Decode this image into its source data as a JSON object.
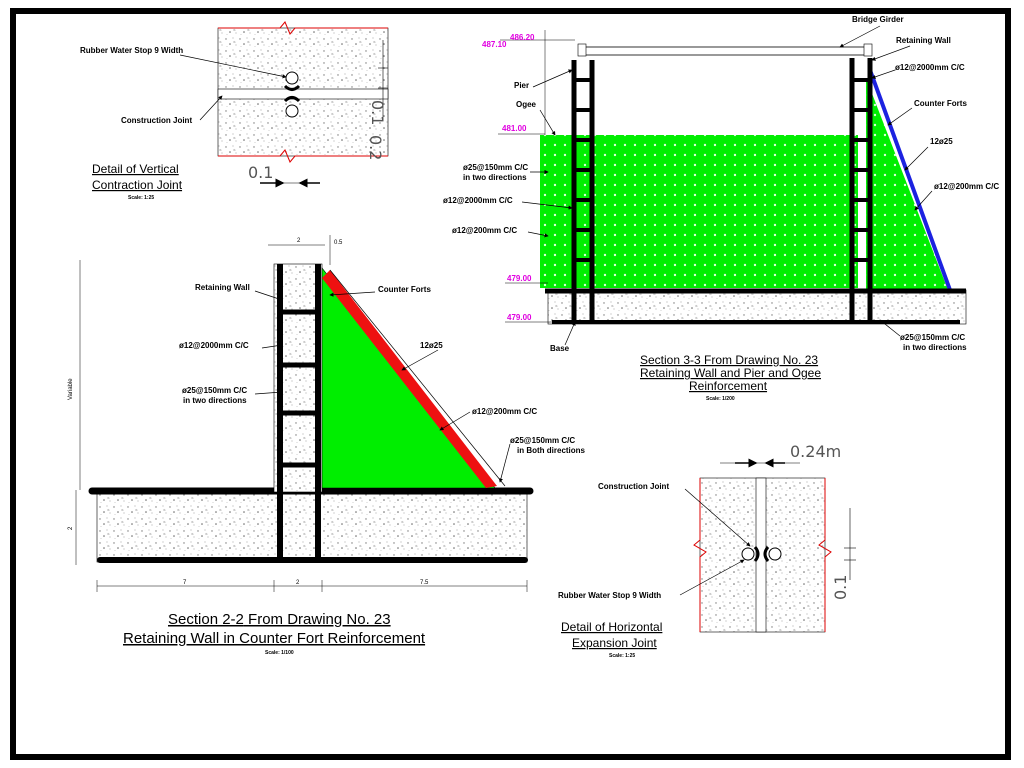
{
  "colors": {
    "frame": "#000000",
    "green": "#00ee00",
    "red": "#ee1111",
    "blue": "#1c22e0",
    "level": "#e000e0",
    "concrete_stipple": "#777777"
  },
  "vertical_joint": {
    "label_waterstop": "Rubber Water Stop 9 Width",
    "label_joint": "Construction Joint",
    "title_line1": "Detail of Vertical",
    "title_line2": "Contraction Joint",
    "scale": "Scale: 1:25",
    "dim_width": "0.1",
    "dim_height_a": "0.1",
    "dim_height_b": "0.2"
  },
  "section_2_2": {
    "label_wall": "Retaining Wall",
    "label_forts": "Counter Forts",
    "label_rebar1": "ø12@2000mm C/C",
    "label_rebar2": "ø25@150mm C/C",
    "label_rebar2b": "in two directions",
    "label_main": "12ø25",
    "label_rebar3": "ø12@200mm C/C",
    "label_rebar4": "ø25@150mm C/C",
    "label_rebar4b": "in Both directions",
    "dim_variable": "Variable",
    "dim_top": "2",
    "dim_top_right": "0.5",
    "dim_base": "2",
    "dim_bot_left": "7",
    "dim_bot_mid": "2",
    "dim_bot_right": "7.5",
    "title_line1_a": "Section  2-2",
    "title_line1_b": " From Drawing No. 23",
    "title_line2": "Retaining Wall in Counter Fort Reinforcement",
    "scale": "Scale: 1/100"
  },
  "section_3_3": {
    "label_girder": "Bridge Girder",
    "label_wall": "Retaining Wall",
    "label_pier": "Pier",
    "label_ogee": "Ogee",
    "label_r1": "ø12@2000mm C/C",
    "label_forts": "Counter Forts",
    "label_main": "12ø25",
    "label_r2": "ø12@200mm C/C",
    "label_l1": "ø25@150mm C/C",
    "label_l1b": "in two directions",
    "label_l2": "ø12@2000mm C/C",
    "label_l3": "ø12@200mm C/C",
    "label_base": "Base",
    "label_br": "ø25@150mm C/C",
    "label_brb": "in two directions",
    "lvl_486": "486.20",
    "lvl_487": "487.10",
    "lvl_481": "481.00",
    "lvl_479a": "479.00",
    "lvl_479b": "479.00",
    "title_line1_a": "Section  3-3",
    "title_line1_b": " From Drawing No. 23",
    "title_line2": "Retaining Wall and Pier and Ogee",
    "title_line3": "Reinforcement",
    "scale": "Scale: 1/200"
  },
  "horizontal_joint": {
    "label_joint": "Construction Joint",
    "label_waterstop": "Rubber Water Stop 9 Width",
    "dim_top": "0.24m",
    "dim_side": "0.1",
    "title_line1": "Detail of Horizontal",
    "title_line2": "Expansion Joint",
    "scale": "Scale: 1:25"
  }
}
